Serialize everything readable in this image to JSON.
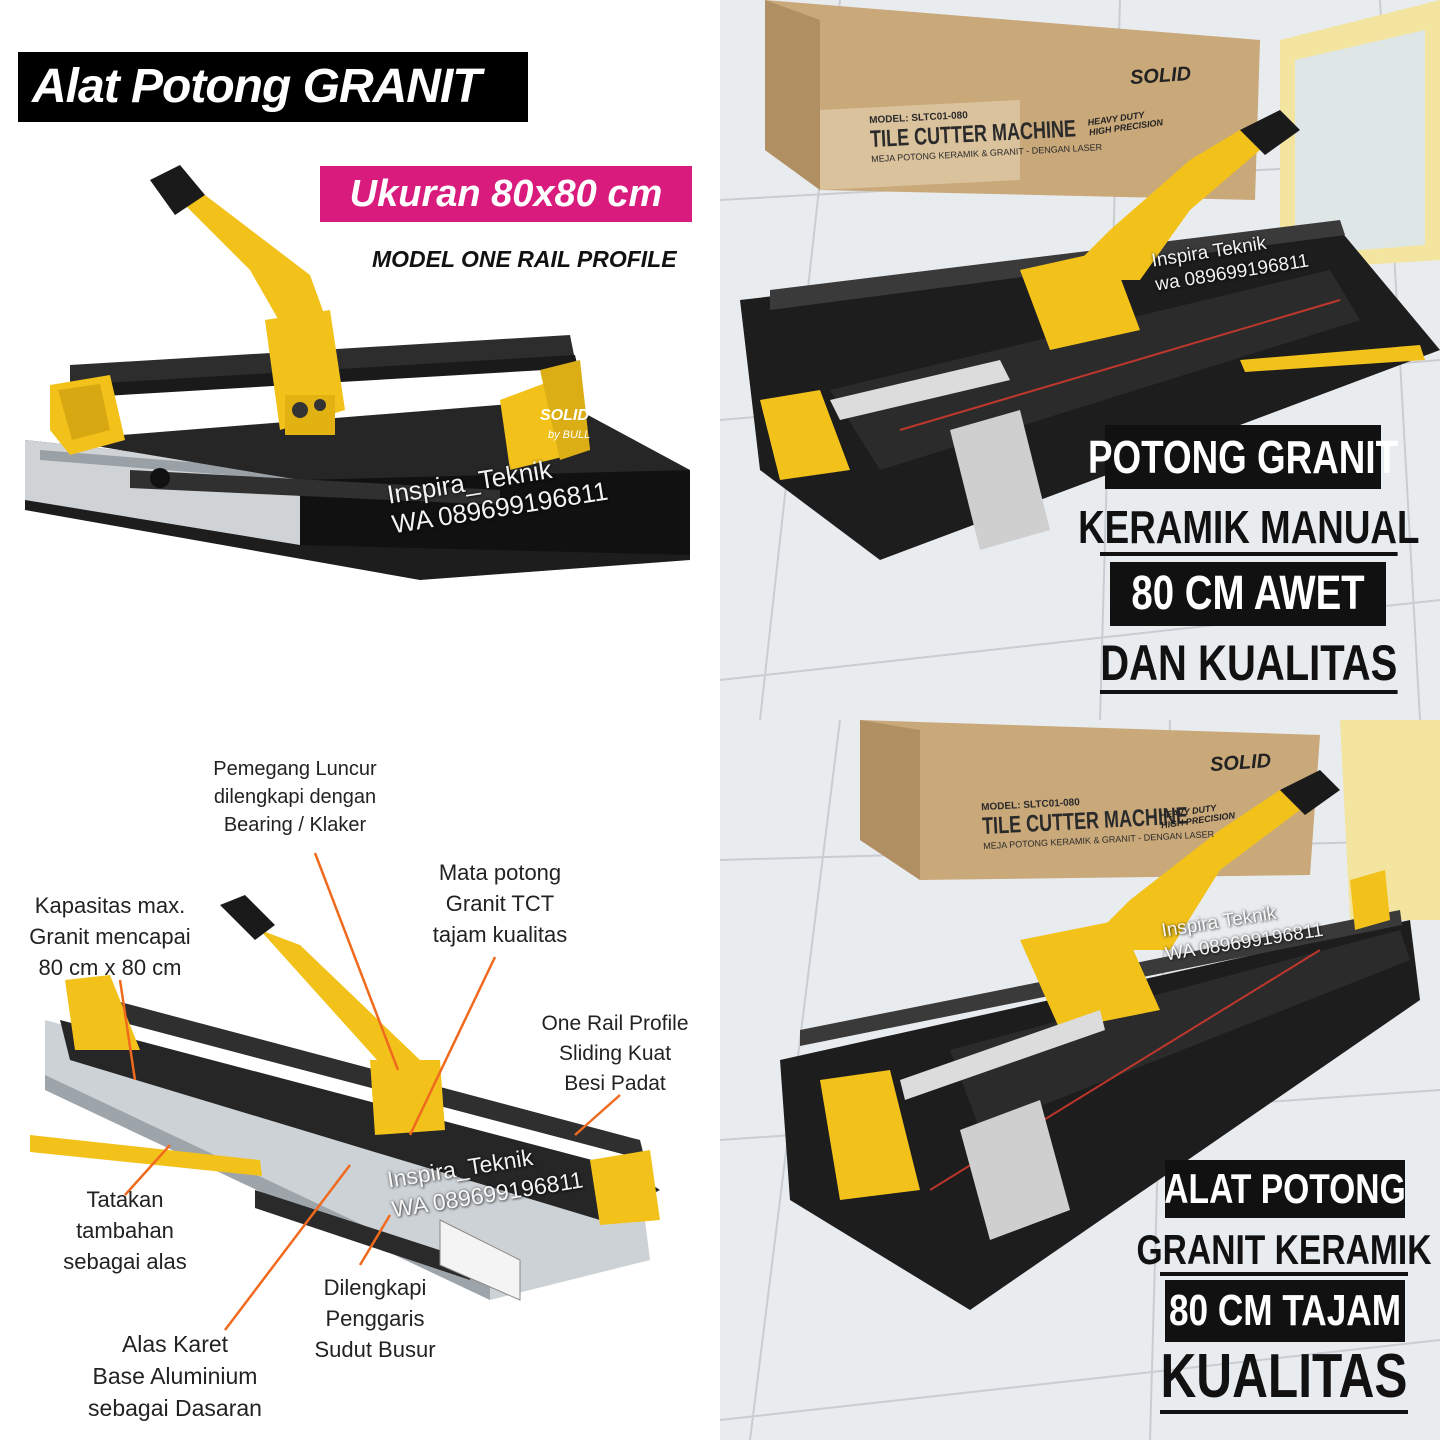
{
  "panel_top_left": {
    "title": "Alat Potong GRANIT",
    "size_badge": "Ukuran 80x80 cm",
    "model": "MODEL ONE RAIL PROFILE",
    "brand_plate": "SOLID",
    "brand_sub": "by BULL",
    "watermark_line1": "Inspira_Teknik",
    "watermark_line2": "WA 089699196811"
  },
  "panel_top_right": {
    "box_model": "MODEL: SLTC01-080",
    "box_title": "TILE CUTTER MACHINE",
    "box_subtitle": "MEJA POTONG KERAMIK & GRANIT - DENGAN LASER",
    "box_brand": "SOLID",
    "box_tag": "HEAVY DUTY HIGH PRECISION",
    "watermark_line1": "Inspira Teknik",
    "watermark_line2": "wa 089699196811",
    "lines": [
      "POTONG GRANIT",
      "KERAMIK MANUAL",
      "80 CM AWET",
      "DAN KUALITAS"
    ]
  },
  "panel_bottom_left": {
    "watermark_line1": "Inspira_Teknik",
    "watermark_line2": "WA 089699196811",
    "callouts": {
      "kapasitas": "Kapasitas max.\nGranit mencapai\n80 cm x 80 cm",
      "pemegang": "Pemegang Luncur\ndilengkapi dengan\nBearing / Klaker",
      "mata": "Mata potong\nGranit TCT\ntajam kualitas",
      "rail": "One Rail Profile\nSliding Kuat\nBesi Padat",
      "tatakan": "Tatakan\ntambahan\nsebagai alas",
      "penggaris": "Dilengkapi\nPenggaris\nSudut Busur",
      "alas": "Alas Karet\nBase Aluminium\nsebagai Dasaran"
    }
  },
  "panel_bottom_right": {
    "box_model": "MODEL: SLTC01-080",
    "box_title": "TILE CUTTER MACHINE",
    "box_subtitle": "MEJA POTONG KERAMIK & GRANIT - DENGAN LASER",
    "box_brand": "SOLID",
    "box_tag": "HEAVY DUTY HIGH PRECISION",
    "watermark_line1": "Inspira Teknik",
    "watermark_line2": "WA 089699196811",
    "lines": [
      "ALAT POTONG",
      "GRANIT KERAMIK",
      "80 CM TAJAM",
      "KUALITAS"
    ]
  },
  "colors": {
    "tool_yellow": "#f2c21b",
    "tool_black": "#1b1b1b",
    "badge_pink": "#d81b7c",
    "callout_line": "#f06a1e",
    "laser_red": "#e23b2e",
    "carton": "#c9a87a"
  }
}
